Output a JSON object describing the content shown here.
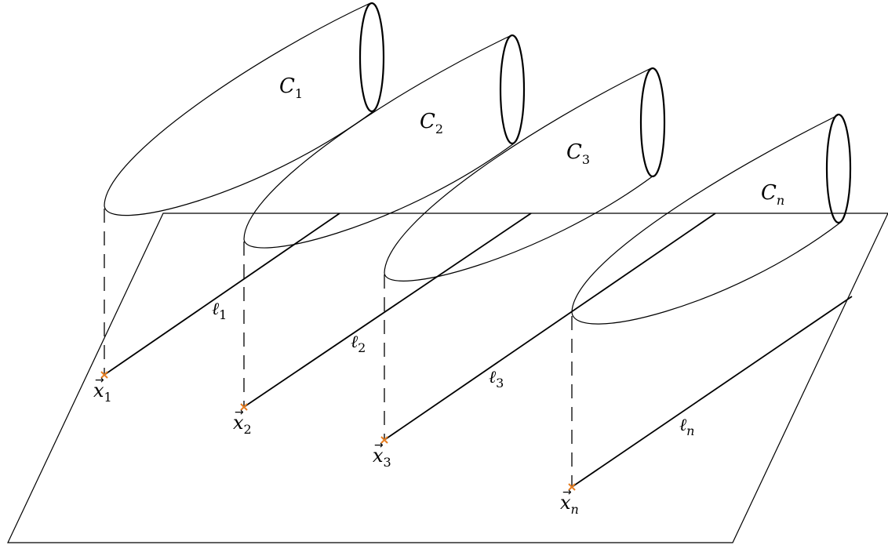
{
  "colors": {
    "stroke": "#000000",
    "point_marker": "#E67E22",
    "background": "#FFFFFF"
  },
  "labels": {
    "cones": [
      {
        "symbol": "C",
        "sub": "1"
      },
      {
        "symbol": "C",
        "sub": "2"
      },
      {
        "symbol": "C",
        "sub": "3"
      },
      {
        "symbol": "C",
        "sub": "n"
      }
    ],
    "lines": [
      {
        "symbol": "ℓ",
        "sub": "1"
      },
      {
        "symbol": "ℓ",
        "sub": "2"
      },
      {
        "symbol": "ℓ",
        "sub": "3"
      },
      {
        "symbol": "ℓ",
        "sub": "n"
      }
    ],
    "points": [
      {
        "symbol": "x",
        "arrow": "→",
        "sub": "1"
      },
      {
        "symbol": "x",
        "arrow": "→",
        "sub": "2"
      },
      {
        "symbol": "x",
        "arrow": "→",
        "sub": "3"
      },
      {
        "symbol": "x",
        "arrow": "→",
        "sub": "n"
      }
    ]
  }
}
